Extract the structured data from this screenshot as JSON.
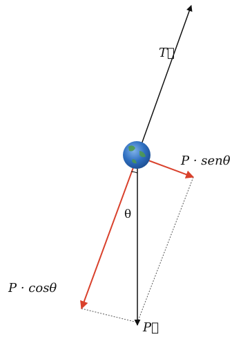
{
  "labels": {
    "tension": "T⃗",
    "weight": "P⃗",
    "weight_tangential": "P · senθ",
    "weight_normal": "P · cosθ",
    "angle": "θ"
  },
  "colors": {
    "vector": "#111111",
    "component": "#d9412c",
    "dashed": "#555555",
    "bob_blue": "#2f6fc0",
    "bob_green": "#3a8f3a"
  }
}
